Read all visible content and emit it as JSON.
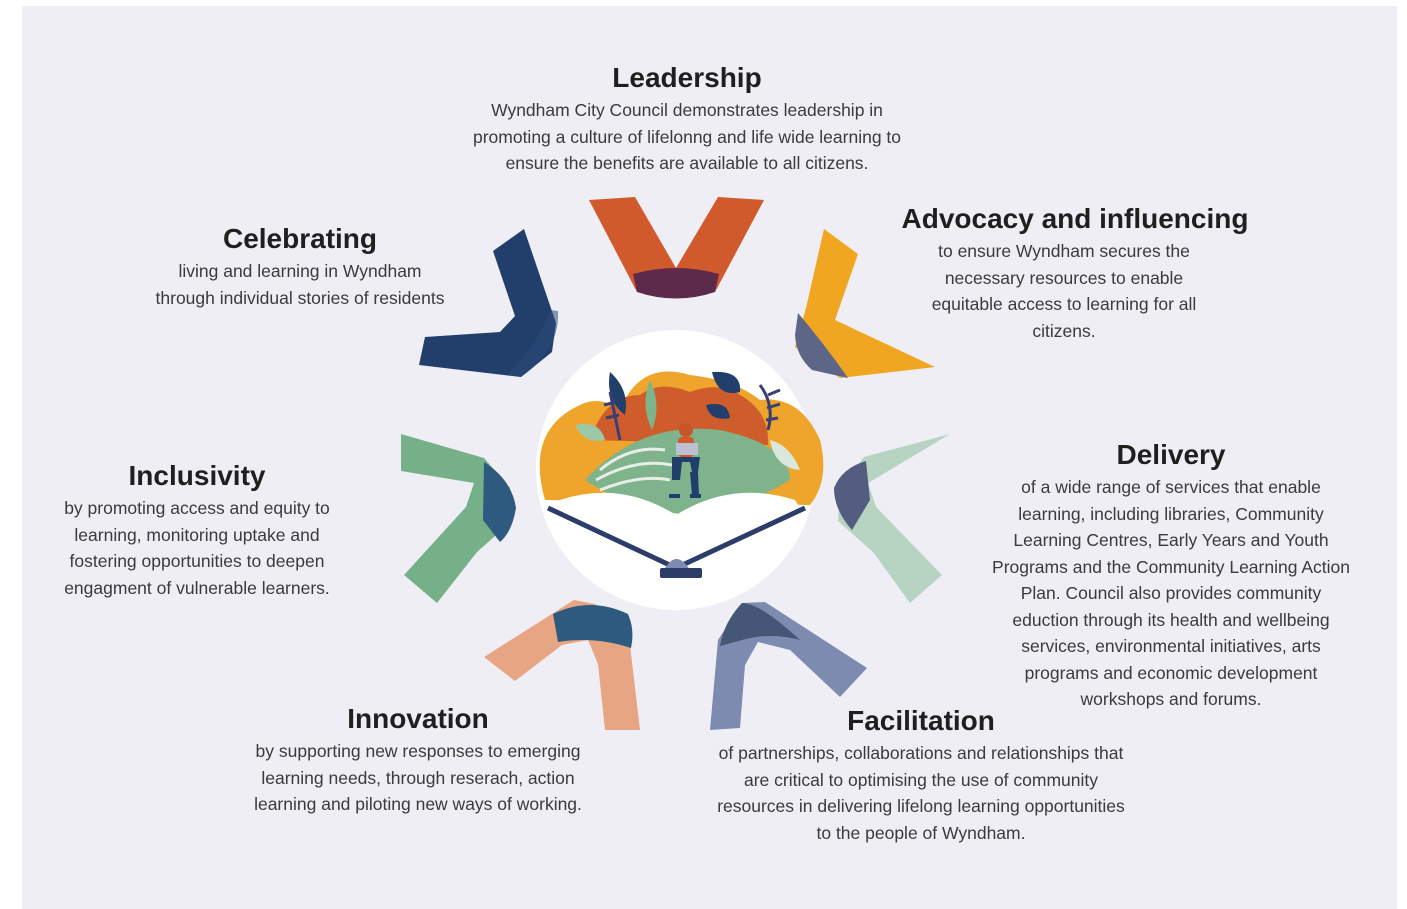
{
  "colors": {
    "background": "#eeeef4",
    "leadership": "#d05a2b",
    "leadership_tip": "#5e2a4b",
    "advocacy": "#f0a621",
    "advocacy_tip": "#5e6688",
    "delivery": "#b7d3c1",
    "delivery_tip": "#545d80",
    "facilitation": "#7e8bb1",
    "facilitation_tip": "#465676",
    "innovation": "#e8a583",
    "innovation_tip": "#2d5a7e",
    "inclusivity": "#76b089",
    "inclusivity_tip": "#2d5a7e",
    "celebrating": "#223f6b"
  },
  "center_illustration": {
    "icons": [
      "open-book-icon",
      "person-with-laptop-icon",
      "leaves-icon",
      "hill-icon"
    ]
  },
  "sections": {
    "leadership": {
      "title": "Leadership",
      "lines": [
        "Wyndham City Council demonstrates leadership in",
        "promoting a culture of lifelonng and life wide learning to",
        "ensure the benefits are available to all citizens."
      ]
    },
    "advocacy": {
      "title": "Advocacy and influencing",
      "lines": [
        "to ensure Wyndham secures the",
        "necessary resources to enable",
        "equitable access to learning for all",
        "citizens."
      ]
    },
    "delivery": {
      "title": "Delivery",
      "lines": [
        "of a wide range of services that enable",
        "learning, including libraries, Community",
        "Learning Centres, Early Years and Youth",
        "Programs and the Community Learning Action",
        "Plan. Council also provides community",
        "eduction through its health and wellbeing",
        "services, environmental initiatives, arts",
        "programs and economic development",
        "workshops and forums."
      ]
    },
    "facilitation": {
      "title": "Facilitation",
      "lines": [
        "of partnerships, collaborations and relationships that",
        "are critical to optimising the use of community",
        "resources in delivering lifelong learning opportunities",
        "to the people of Wyndham."
      ]
    },
    "innovation": {
      "title": "Innovation",
      "lines": [
        "by supporting new responses to emerging",
        "learning needs, through reserach, action",
        "learning and piloting new ways of working."
      ]
    },
    "inclusivity": {
      "title": "Inclusivity",
      "lines": [
        "by promoting access and equity to",
        "learning, monitoring uptake and",
        "fostering opportunities to deepen",
        "engagment of vulnerable learners."
      ]
    },
    "celebrating": {
      "title": "Celebrating",
      "lines": [
        "living and learning in Wyndham",
        "through individual stories of residents"
      ]
    }
  }
}
